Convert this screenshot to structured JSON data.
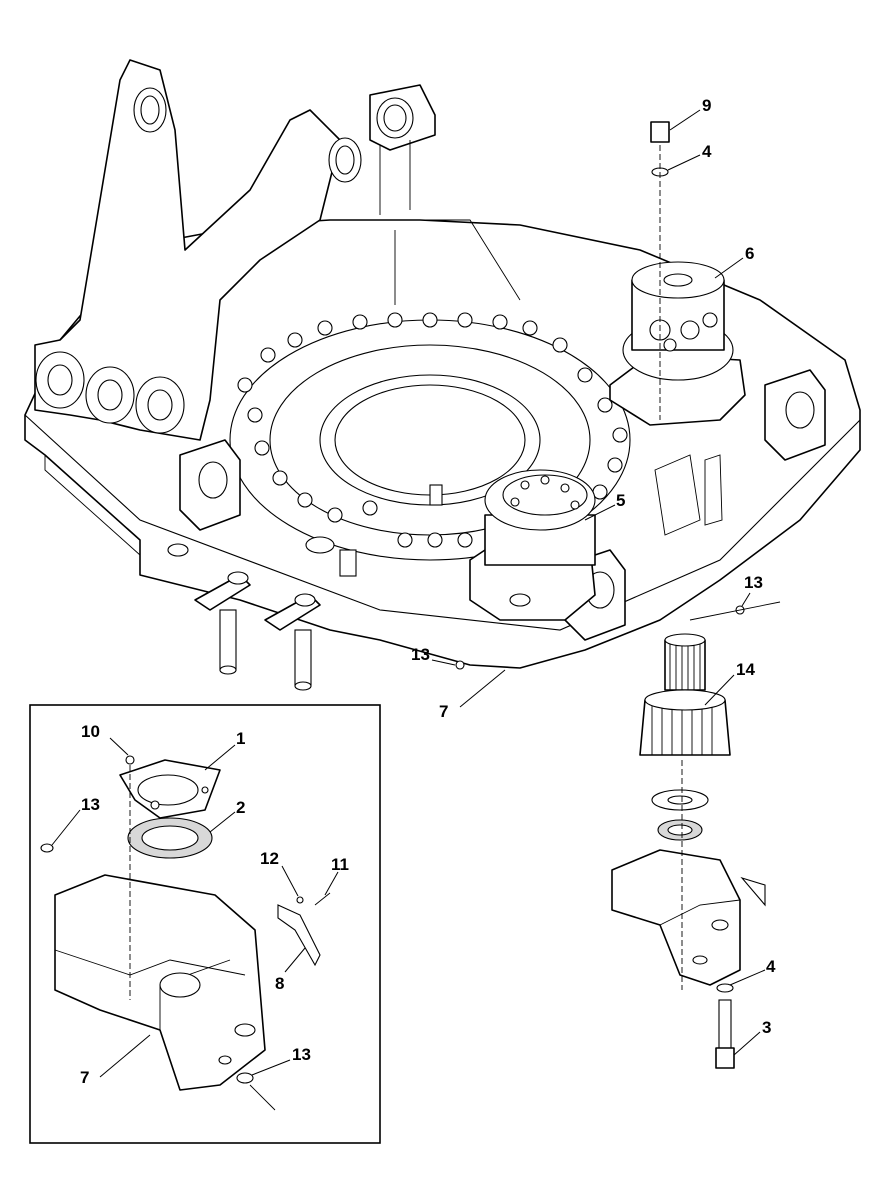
{
  "diagram": {
    "callouts": [
      {
        "id": "c9-main",
        "text": "9"
      },
      {
        "id": "c4-top",
        "text": "4"
      },
      {
        "id": "c6",
        "text": "6"
      },
      {
        "id": "c5",
        "text": "5"
      },
      {
        "id": "c13-right",
        "text": "13"
      },
      {
        "id": "c13-mid",
        "text": "13"
      },
      {
        "id": "c14",
        "text": "14"
      },
      {
        "id": "c7-main",
        "text": "7"
      },
      {
        "id": "c4-bottom",
        "text": "4"
      },
      {
        "id": "c3",
        "text": "3"
      },
      {
        "id": "c10",
        "text": "10"
      },
      {
        "id": "c1",
        "text": "1"
      },
      {
        "id": "c2",
        "text": "2"
      },
      {
        "id": "c13-inset-top",
        "text": "13"
      },
      {
        "id": "c12",
        "text": "12"
      },
      {
        "id": "c11",
        "text": "11"
      },
      {
        "id": "c8",
        "text": "8"
      },
      {
        "id": "c7-inset",
        "text": "7"
      },
      {
        "id": "c13-inset-bottom",
        "text": "13"
      }
    ]
  }
}
